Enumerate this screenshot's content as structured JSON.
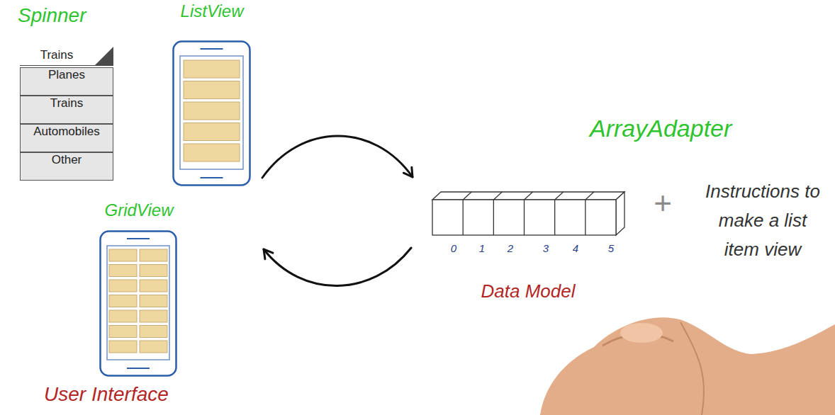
{
  "diagram": {
    "nodes": [
      {
        "text": [
          "Spinner"
        ]
      },
      {
        "text": [
          "Trains"
        ],
        "in": 0
      },
      {
        "text": [
          "Planes"
        ],
        "in": 0
      },
      {
        "text": [
          "Trains"
        ],
        "in": 0
      },
      {
        "text": [
          "Automobiles"
        ],
        "in": 0
      },
      {
        "text": [
          "Other"
        ],
        "in": 0
      },
      {
        "text": [
          "ListView"
        ]
      },
      {
        "text": [
          "GridView"
        ]
      },
      {
        "text": [
          "Data Model"
        ]
      }
    ],
    "edges": [
      {
        "from": 6,
        "to": 8,
        "arrow": "to"
      },
      {
        "from": 8,
        "to": 7,
        "arrow": "to"
      }
    ],
    "labels": [
      "User Interface",
      "ArrayAdapter",
      "0",
      "1",
      "2",
      "3",
      "4",
      "5",
      "+",
      "Instructions to make a list item view"
    ]
  }
}
